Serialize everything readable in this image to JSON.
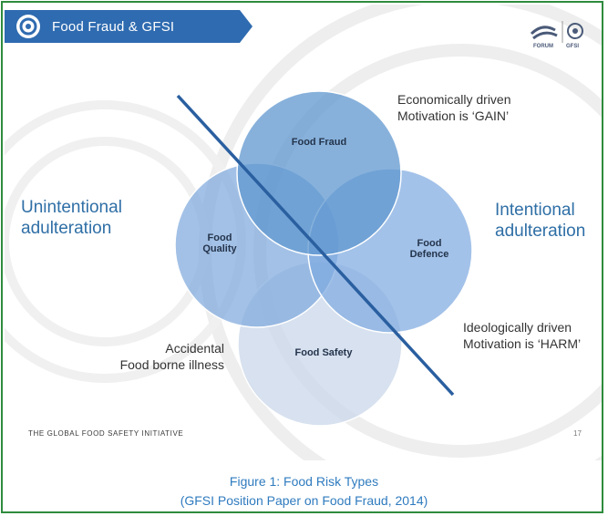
{
  "header": {
    "title": "Food Fraud & GFSI",
    "logo_left_text": "FORUM",
    "logo_right_text": "GFSI"
  },
  "labels": {
    "left": [
      "Unintentional",
      "adulteration"
    ],
    "right": [
      "Intentional",
      "adulteration"
    ],
    "top_right": [
      "Economically driven",
      "Motivation is ‘GAIN’"
    ],
    "bottom_right": [
      "Ideologically driven",
      "Motivation is ‘HARM’"
    ],
    "bottom_left": [
      "Accidental",
      "Food borne illness"
    ]
  },
  "circles": {
    "fraud": [
      "Food Fraud"
    ],
    "quality": [
      "Food",
      "Quality"
    ],
    "defence": [
      "Food",
      "Defence"
    ],
    "safety": [
      "Food Safety"
    ]
  },
  "footer": {
    "initiative": "THE GLOBAL FOOD SAFETY INITIATIVE",
    "page": "17"
  },
  "caption": {
    "line1": "Figure 1: Food Risk Types",
    "line2": "(GFSI Position Paper on Food Fraud, 2014)"
  },
  "colors": {
    "banner": "#2f6bb0",
    "title_text": "#2f6fa6",
    "caption": "#2f7bbf",
    "frame": "#2e8b3d",
    "diagonal": "#2a5fa0"
  }
}
